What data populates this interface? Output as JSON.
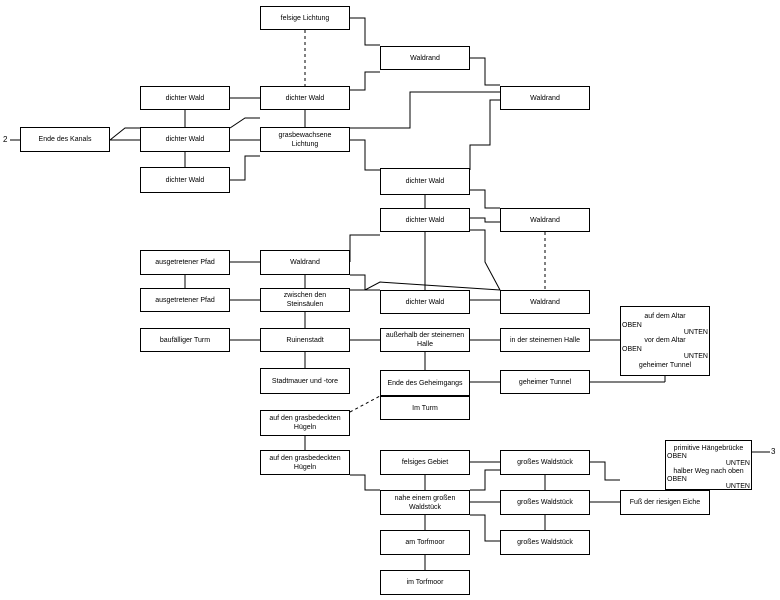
{
  "connectors": {
    "left": "2",
    "right": "3"
  },
  "nodes": {
    "felsige_lichtung": "felsige Lichtung",
    "waldrand_top": "Waldrand",
    "dichter_wald_1": "dichter Wald",
    "dichter_wald_2": "dichter Wald",
    "waldrand_right": "Waldrand",
    "ende_des_kanals": "Ende des Kanals",
    "dichter_wald_3": "dichter Wald",
    "grasbewachsene_lichtung": "grasbewachsene Lichtung",
    "dichter_wald_4": "dichter Wald",
    "dichter_wald_5": "dichter Wald",
    "dichter_wald_6": "dichter Wald",
    "waldrand_mid": "Waldrand",
    "ausgetretener_pfad_1": "ausgetretener Pfad",
    "waldrand_left": "Waldrand",
    "ausgetretener_pfad_2": "ausgetretener Pfad",
    "zwischen_den_steinsaeulen": "zwischen den Steinsäulen",
    "dichter_wald_7": "dichter Wald",
    "waldrand_low": "Waldrand",
    "baufaelliger_turm": "baufälliger Turm",
    "ruinenstadt": "Ruinenstadt",
    "ausserhalb_halle": "außerhalb der steinernen Halle",
    "in_der_halle": "in der steinernen Halle",
    "stadtmauer": "Stadtmauer und -tore",
    "ende_des_geheimgangs": "Ende des Geheimgangs",
    "im_turm": "Im Turm",
    "geheimer_tunnel": "geheimer Tunnel",
    "huegel_1": "auf den grasbedeckten Hügeln",
    "huegel_2": "auf den grasbedeckten Hügeln",
    "felsiges_gebiet": "felsiges Gebiet",
    "grosses_waldstueck_1": "großes Waldstück",
    "nahe_waldstueck": "nahe einem großen Waldstück",
    "grosses_waldstueck_2": "großes Waldstück",
    "fuss_der_eiche": "Fuß der riesigen Eiche",
    "am_torfmoor": "am Torfmoor",
    "grosses_waldstueck_3": "großes Waldstück",
    "im_torfmoor": "im Torfmoor"
  },
  "altar_stack": {
    "top": "auf dem Altar",
    "oben1": "OBEN",
    "unten1": "UNTEN",
    "mid": "vor dem Altar",
    "oben2": "OBEN",
    "unten2": "UNTEN",
    "bottom": "geheimer Tunnel"
  },
  "bridge_stack": {
    "top": "primitive Hängebrücke",
    "oben1": "OBEN",
    "unten1": "UNTEN",
    "mid": "halber Weg nach oben",
    "oben2": "OBEN",
    "unten2": "UNTEN"
  }
}
